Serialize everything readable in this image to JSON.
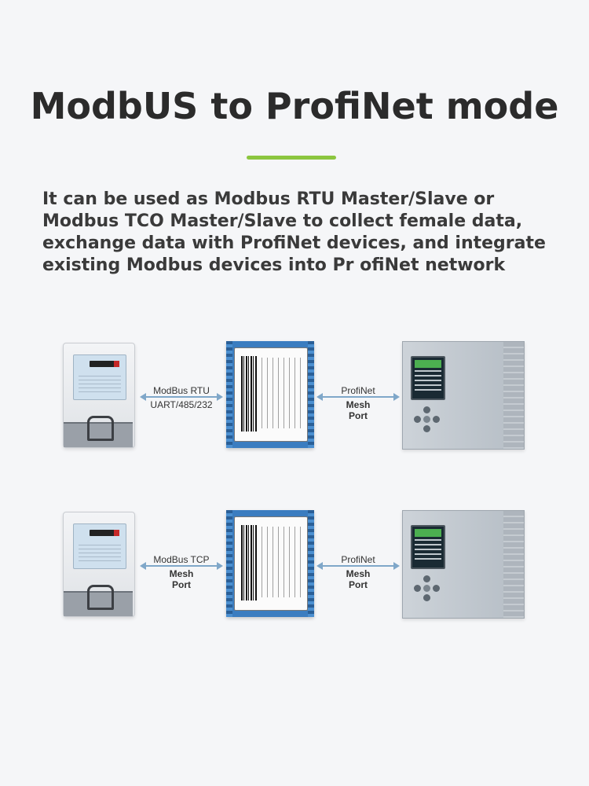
{
  "title": "ModbUS to ProfiNet mode",
  "accent_color": "#8cc63f",
  "description": "It can be used as Modbus RTU Master/Slave or Modbus TCO Master/Slave to collect female data, exchange data with ProfiNet devices, and integrate existing Modbus devices into Pr ofiNet network",
  "rows": [
    {
      "left_link": {
        "line1": "ModBus RTU",
        "line2": "UART/485/232"
      },
      "right_link": {
        "line1": "ProfiNet",
        "line2": "Mesh",
        "line3": "Port"
      }
    },
    {
      "left_link": {
        "line1": "ModBus TCP",
        "line2": "Mesh",
        "line3": "Port"
      },
      "right_link": {
        "line1": "ProfiNet",
        "line2": "Mesh",
        "line3": "Port"
      }
    }
  ],
  "icons": [
    "energy-meter-icon",
    "gateway-module-icon",
    "plc-controller-icon"
  ]
}
